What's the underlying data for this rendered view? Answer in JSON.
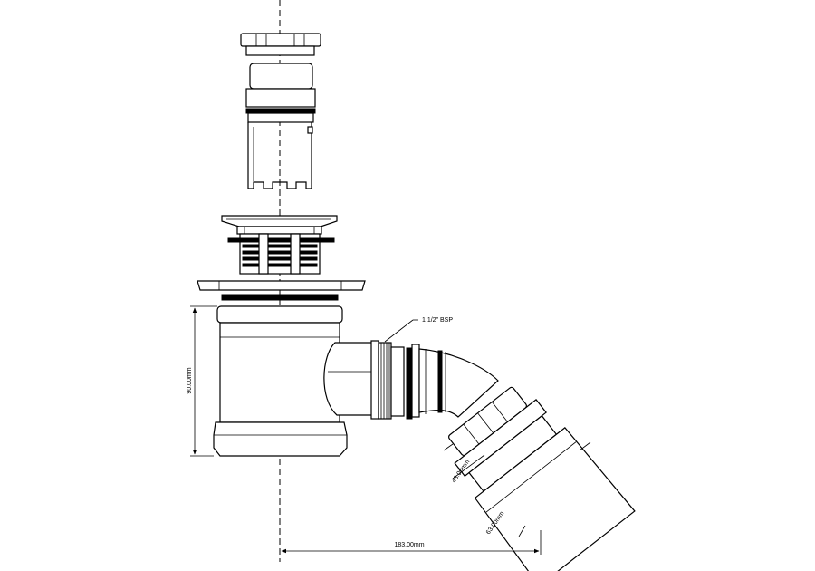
{
  "annotations": {
    "thread_label": "1 1/2\" BSP",
    "height_dim": "90.00mm",
    "width_dim": "183.00mm",
    "diameter_small": "43.00mm",
    "diameter_large": "63.00mm"
  }
}
